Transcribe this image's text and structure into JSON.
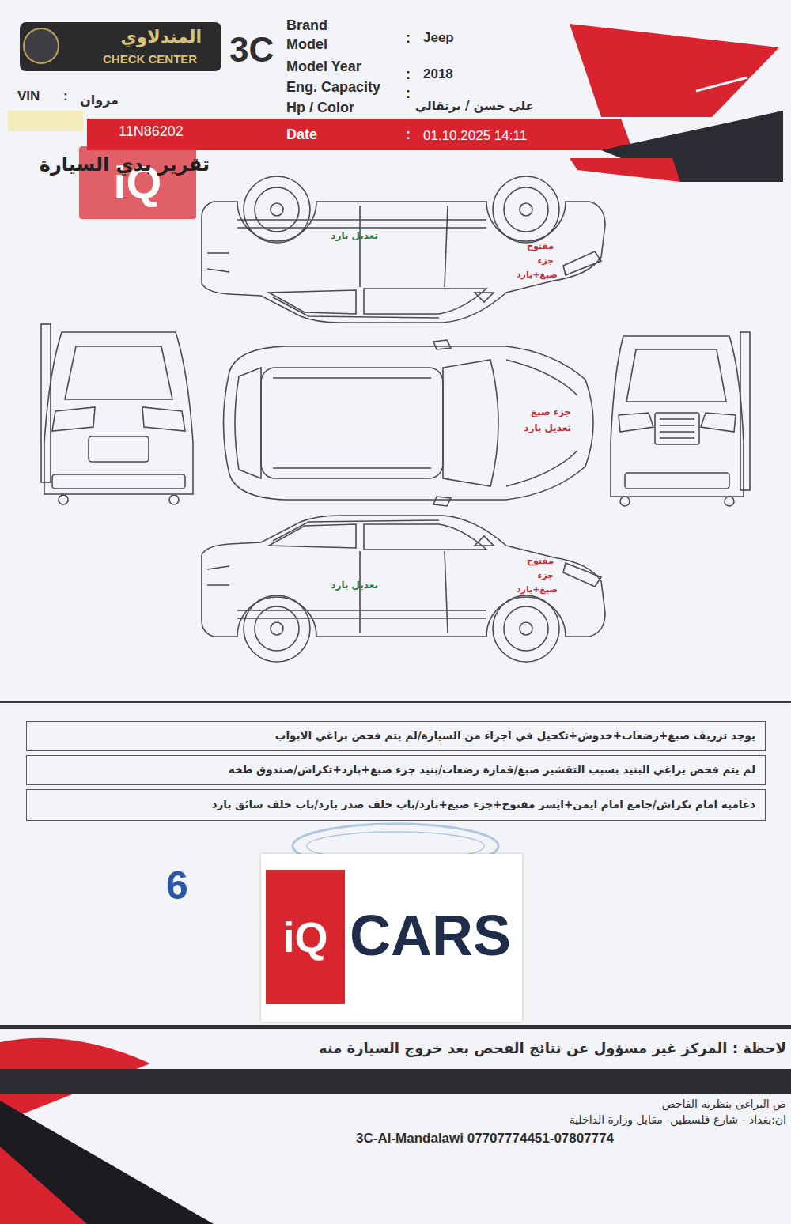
{
  "diagram": {
    "title": "تقرير بدي السيارة",
    "nodes": [
      {
        "text": [
          "iQ"
        ]
      },
      {
        "text": [
          "يوجد تزريف صبغ+رضعات+خدوش+تكحيل في اجزاء من السيارة/لم يتم فحص براغي الابواب"
        ]
      },
      {
        "text": [
          "لم يتم فحص براغي البنيد بسبب التقشير صبغ/قمارة رضعات/بنيد جزء صبغ+بارد+تكراش/صندوق طخه"
        ]
      },
      {
        "text": [
          "دعامية امام تكراش/جامغ امام ايمن+ايسر مفتوح+جزء صبغ+بارد/باب خلف صدر بارد/باب خلف سائق بارد"
        ]
      },
      {
        "text": [
          "CARS"
        ]
      },
      {
        "text": [
          "iQ"
        ],
        "in": 4
      }
    ],
    "labels": [
      "المندلاوي",
      "CHECK CENTER",
      "3C",
      "Brand",
      "Model",
      "Model Year",
      "Eng. Capacity",
      "Hp / Color",
      "Date",
      ":",
      ":",
      ":",
      ":",
      "Jeep",
      "2018",
      "علي حسن / برتقالي",
      "01.10.2025 14:11",
      "VIN",
      ":",
      "مروان",
      "11N86202",
      "تعديل بارد",
      "مفتوح",
      "جزء",
      "صبغ+بارد",
      "جزء صبغ",
      "تعديل بارد",
      "تعديل بارد",
      "مفتوح",
      "جزء",
      "صبغ+بارد",
      "6",
      "لاحظة : المركز غير مسؤول عن نتائج الفحص بعد خروج السيارة منه",
      "ص البراغي بنظريه الفاحص",
      "ان:بغداد - شارع فلسطين- مقابل وزارة الداخلية",
      "3C-Al-Mandalawi 07707774451-07807774"
    ]
  }
}
